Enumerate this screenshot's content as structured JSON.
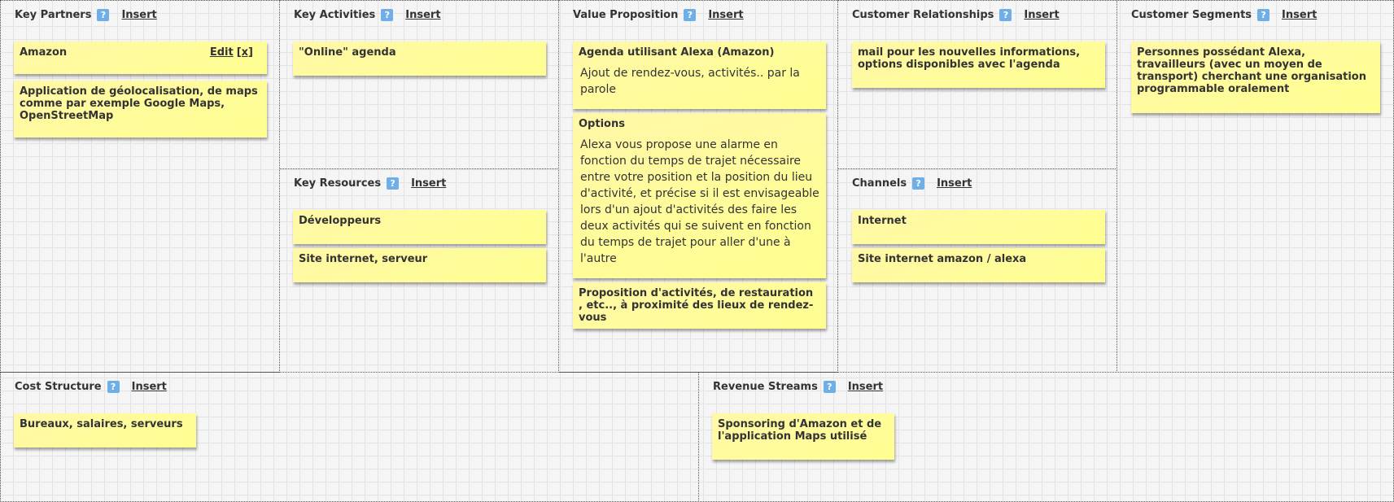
{
  "sections": {
    "key_partners": {
      "title": "Key Partners",
      "help": "?",
      "insert": "Insert"
    },
    "key_activities": {
      "title": "Key Activities",
      "help": "?",
      "insert": "Insert"
    },
    "key_resources": {
      "title": "Key Resources",
      "help": "?",
      "insert": "Insert"
    },
    "value_proposition": {
      "title": "Value Proposition",
      "help": "?",
      "insert": "Insert"
    },
    "customer_relationships": {
      "title": "Customer Relationships",
      "help": "?",
      "insert": "Insert"
    },
    "channels": {
      "title": "Channels",
      "help": "?",
      "insert": "Insert"
    },
    "customer_segments": {
      "title": "Customer Segments",
      "help": "?",
      "insert": "Insert"
    },
    "cost_structure": {
      "title": "Cost Structure",
      "help": "?",
      "insert": "Insert"
    },
    "revenue_streams": {
      "title": "Revenue Streams",
      "help": "?",
      "insert": "Insert"
    }
  },
  "notes": {
    "kp_amazon": {
      "text": "Amazon",
      "edit": "Edit",
      "delete": "[x]"
    },
    "kp_geoloc": {
      "text": "Application de géolocalisation, de maps comme par exemple Google Maps, OpenStreetMap"
    },
    "ka_online": {
      "text": "\"Online\" agenda"
    },
    "kr_dev": {
      "text": "Développeurs"
    },
    "kr_site": {
      "text": "Site internet, serveur"
    },
    "vp_agenda": {
      "title": "Agenda utilisant Alexa (Amazon)",
      "body": "Ajout de rendez-vous, activités.. par la parole"
    },
    "vp_options": {
      "title": "Options",
      "body": "Alexa vous propose une alarme en fonction du temps de trajet nécessaire entre votre position et la position du lieu d'activité, et précise si il est envisageable lors d'un ajout d'activités des faire les deux activités qui se suivent en fonction du temps de trajet pour aller d'une à l'autre"
    },
    "vp_proposition": {
      "text": "Proposition d'activités, de restauration , etc.., à proximité des lieux de rendez-vous"
    },
    "cr_mail": {
      "text": "mail pour les nouvelles informations, options disponibles avec l'agenda"
    },
    "ch_internet": {
      "text": "Internet"
    },
    "ch_site": {
      "text": "Site internet amazon / alexa"
    },
    "cs_personnes": {
      "text": "Personnes possédant Alexa, travailleurs (avec un moyen de transport) cherchant une organisation programmable oralement"
    },
    "cost_bureaux": {
      "text": "Bureaux, salaires, serveurs"
    },
    "rev_sponsoring": {
      "text": "Sponsoring d'Amazon et de l'application Maps utilisé"
    }
  }
}
